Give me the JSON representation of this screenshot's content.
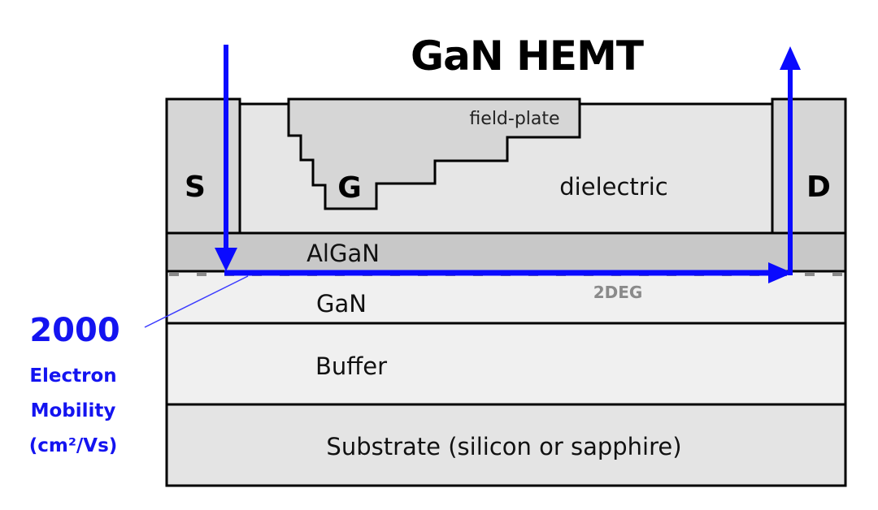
{
  "title": "GaN HEMT",
  "contacts": {
    "source": "S",
    "gate": "G",
    "drain": "D"
  },
  "layers": {
    "field_plate": "field-plate",
    "dielectric": "dielectric",
    "algan": "AlGaN",
    "gan": "GaN",
    "buffer": "Buffer",
    "substrate": "Substrate (silicon or sapphire)"
  },
  "channel_label": "2DEG",
  "mobility": {
    "value": "2000",
    "line1": "Electron",
    "line2": "Mobility",
    "unit": "(cm²/Vs)"
  },
  "colors": {
    "current_arrow": "#0a0aff",
    "mobility_text": "#1414f0",
    "contact_fill": "#d6d6d6",
    "dielectric_fill": "#e6e6e6",
    "algan_fill": "#c8c8c8",
    "gan_fill": "#f0f0f0",
    "substrate_fill": "#e4e4e4"
  }
}
